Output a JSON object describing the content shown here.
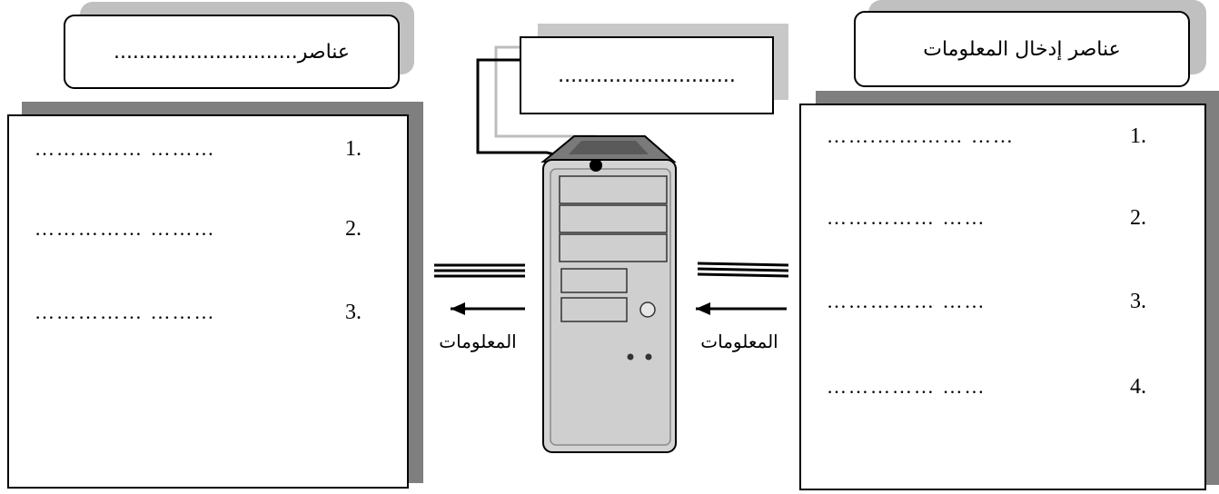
{
  "diagram": {
    "output_header": {
      "label": "عناصر............................."
    },
    "input_header": {
      "label": "عناصر إدخال المعلومات"
    },
    "center_label": {
      "label": "............................"
    },
    "output_list": {
      "items": [
        {
          "num": "1.",
          "dots": "……………    ………"
        },
        {
          "num": "2.",
          "dots": "……………    ………"
        },
        {
          "num": "3.",
          "dots": "……………    ………"
        }
      ]
    },
    "input_list": {
      "items": [
        {
          "num": "1.",
          "dots": "…….…………    ……"
        },
        {
          "num": "2.",
          "dots": "……………    ……"
        },
        {
          "num": "3.",
          "dots": "……………    ……"
        },
        {
          "num": "4.",
          "dots": "……………    ……"
        }
      ]
    },
    "left_flow_label": "المعلومات",
    "right_flow_label": "المعلومات"
  }
}
